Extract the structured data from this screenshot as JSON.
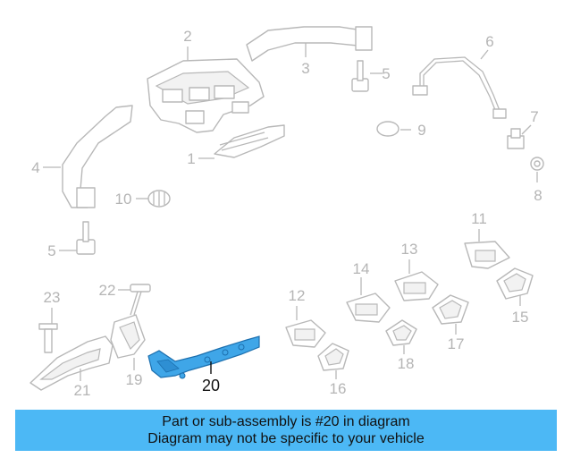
{
  "colors": {
    "banner_background": "#4cb8f5",
    "highlight_part_fill": "#3fa6e8",
    "part_outline": "#b8b8b8",
    "label_gray": "#b5b5b5"
  },
  "callouts": {
    "c1": "1",
    "c2": "2",
    "c3": "3",
    "c4": "4",
    "c5a": "5",
    "c5b": "5",
    "c6": "6",
    "c7": "7",
    "c8": "8",
    "c9": "9",
    "c10": "10",
    "c11": "11",
    "c12": "12",
    "c13": "13",
    "c14": "14",
    "c15": "15",
    "c16": "16",
    "c17": "17",
    "c18": "18",
    "c19": "19",
    "c20": "20",
    "c21": "21",
    "c22": "22",
    "c23": "23"
  },
  "highlighted_part": "20",
  "banner": {
    "line1": "Part or sub-assembly is #20 in diagram",
    "line2": "Diagram may not be specific to your vehicle"
  }
}
